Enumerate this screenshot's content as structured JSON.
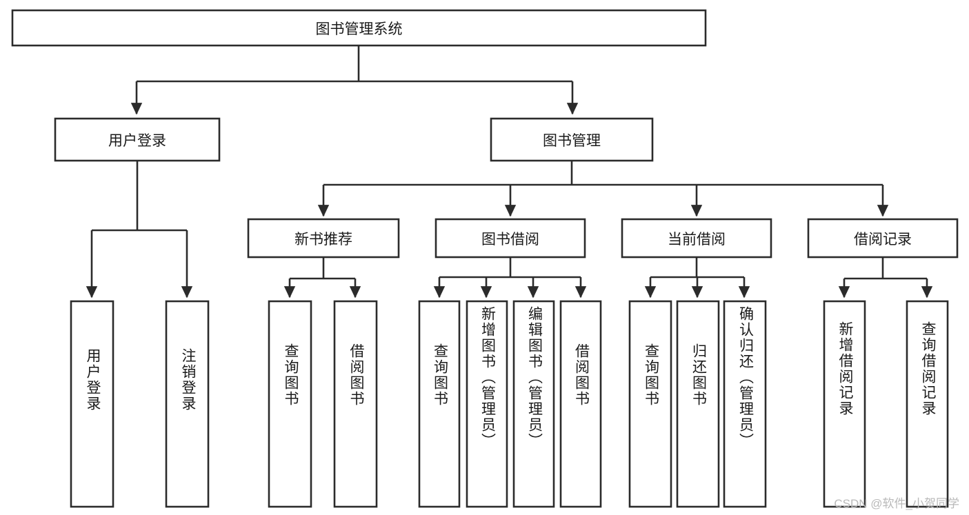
{
  "diagram": {
    "type": "tree-hierarchy",
    "title": "图书管理系统",
    "watermark": "CSDN @软件_小贺同学",
    "colors": {
      "background": "#ffffff",
      "node_fill": "#ffffff",
      "stroke": "#2b2b2b",
      "text": "#1a1a1a",
      "watermark": "#b9b9b9"
    },
    "root": {
      "label": "图书管理系统"
    },
    "level2": [
      {
        "label": "用户登录"
      },
      {
        "label": "图书管理"
      }
    ],
    "level3": [
      {
        "label": "新书推荐"
      },
      {
        "label": "图书借阅"
      },
      {
        "label": "当前借阅"
      },
      {
        "label": "借阅记录"
      }
    ],
    "leaves": {
      "user_login": [
        {
          "label": "用户登录"
        },
        {
          "label": "注销登录"
        }
      ],
      "new_book_recommend": [
        {
          "label": "查询图书"
        },
        {
          "label": "借阅图书"
        }
      ],
      "book_borrow": [
        {
          "label": "查询图书"
        },
        {
          "label": "新增图书（管理员）"
        },
        {
          "label": "编辑图书（管理员）"
        },
        {
          "label": "借阅图书"
        }
      ],
      "current_borrow": [
        {
          "label": "查询图书"
        },
        {
          "label": "归还图书"
        },
        {
          "label": "确认归还（管理员）"
        }
      ],
      "borrow_records": [
        {
          "label": "新增借阅记录"
        },
        {
          "label": "查询借阅记录"
        }
      ]
    }
  }
}
